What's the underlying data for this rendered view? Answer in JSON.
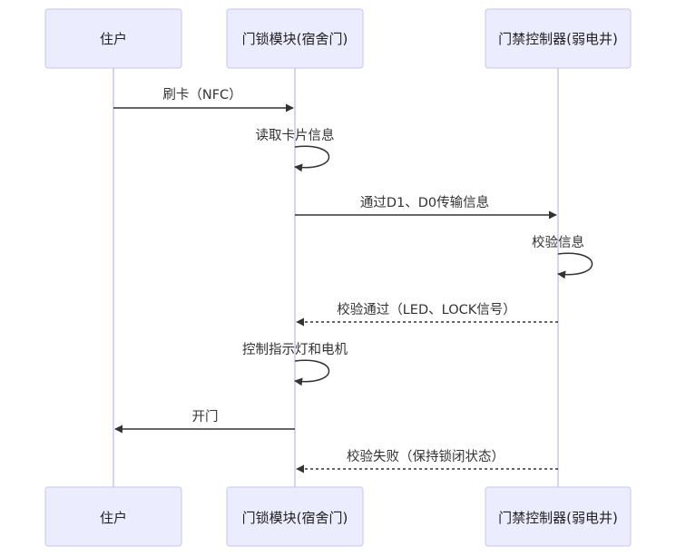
{
  "participants": [
    {
      "id": "resident",
      "label": "住户"
    },
    {
      "id": "lock",
      "label": "门锁模块(宿舍门)"
    },
    {
      "id": "controller",
      "label": "门禁控制器(弱电井)"
    }
  ],
  "messages": [
    {
      "from": "resident",
      "to": "lock",
      "label": "刷卡（NFC）",
      "style": "solid"
    },
    {
      "from": "lock",
      "to": "lock",
      "label": "读取卡片信息",
      "style": "solid"
    },
    {
      "from": "lock",
      "to": "controller",
      "label": "通过D1、D0传输信息",
      "style": "solid"
    },
    {
      "from": "controller",
      "to": "controller",
      "label": "校验信息",
      "style": "solid"
    },
    {
      "from": "controller",
      "to": "lock",
      "label": "校验通过（LED、LOCK信号）",
      "style": "dashed"
    },
    {
      "from": "lock",
      "to": "lock",
      "label": "控制指示灯和电机",
      "style": "solid"
    },
    {
      "from": "lock",
      "to": "resident",
      "label": "开门",
      "style": "solid"
    },
    {
      "from": "controller",
      "to": "lock",
      "label": "校验失败（保持锁闭状态）",
      "style": "dashed"
    }
  ],
  "colors": {
    "actor_fill": "#ececff",
    "actor_border": "#c9c5ef",
    "lifeline": "#c9c5ef",
    "line": "#333333",
    "text": "#333333"
  }
}
